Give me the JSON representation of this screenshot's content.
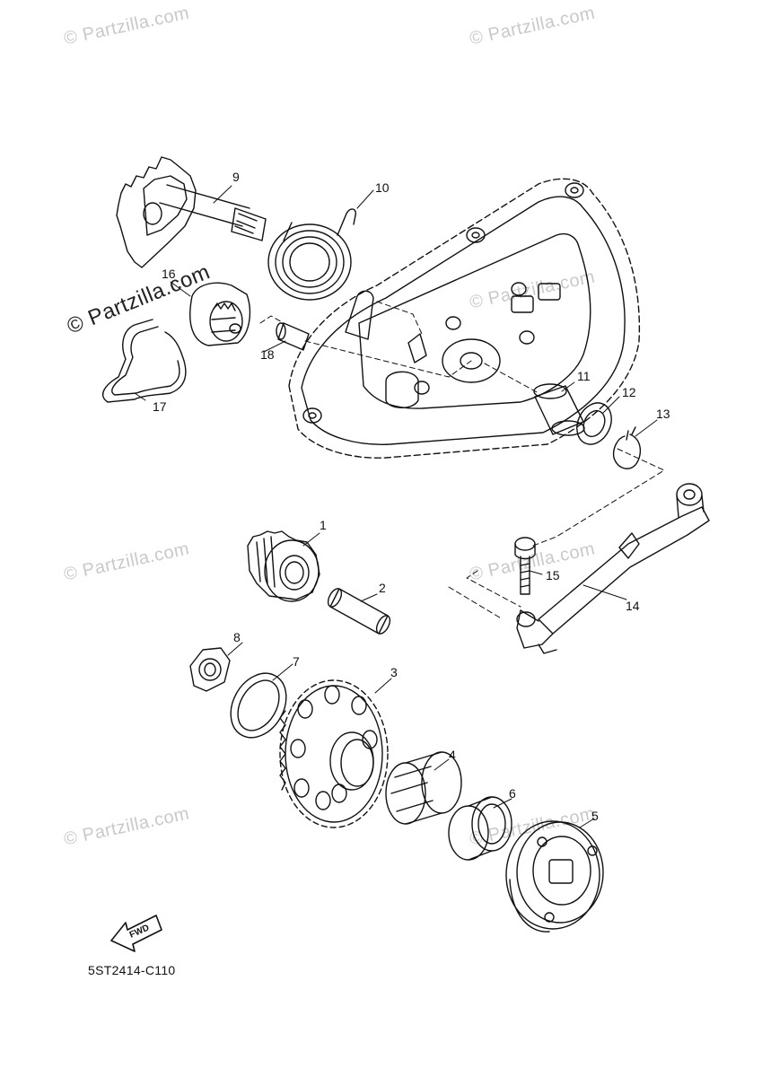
{
  "watermark": "© Partzilla.com",
  "diagram_code": "5ST2414-C110",
  "fwd_label": "FWD",
  "callouts": [
    "1",
    "2",
    "3",
    "4",
    "5",
    "6",
    "7",
    "8",
    "9",
    "10",
    "11",
    "12",
    "13",
    "14",
    "15",
    "16",
    "17",
    "18"
  ]
}
